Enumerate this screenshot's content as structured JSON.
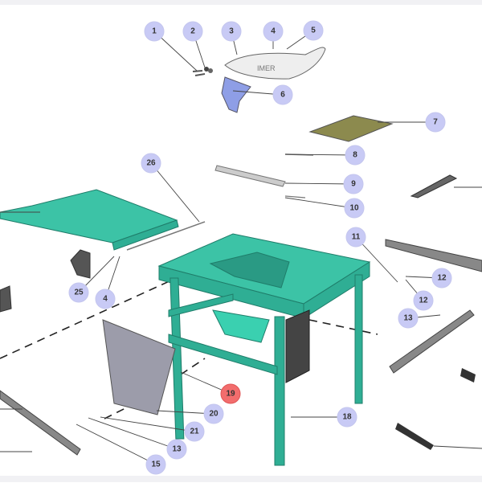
{
  "diagram": {
    "title": "Table saw exploded parts diagram",
    "colors": {
      "callout_fill": "#c8caf5",
      "highlight_fill": "#f26d6d",
      "frame": "#2fae94"
    },
    "callouts": [
      {
        "label": "1"
      },
      {
        "label": "2"
      },
      {
        "label": "3"
      },
      {
        "label": "4"
      },
      {
        "label": "5"
      },
      {
        "label": "6"
      },
      {
        "label": "7"
      },
      {
        "label": "8"
      },
      {
        "label": "9"
      },
      {
        "label": "10"
      },
      {
        "label": "11"
      },
      {
        "label": "12"
      },
      {
        "label": "12"
      },
      {
        "label": "13"
      },
      {
        "label": "26"
      },
      {
        "label": "25"
      },
      {
        "label": "4"
      },
      {
        "label": "19",
        "highlighted": true
      },
      {
        "label": "20"
      },
      {
        "label": "21"
      },
      {
        "label": "13"
      },
      {
        "label": "15"
      },
      {
        "label": "18"
      }
    ],
    "guard_brand": "IMER"
  }
}
